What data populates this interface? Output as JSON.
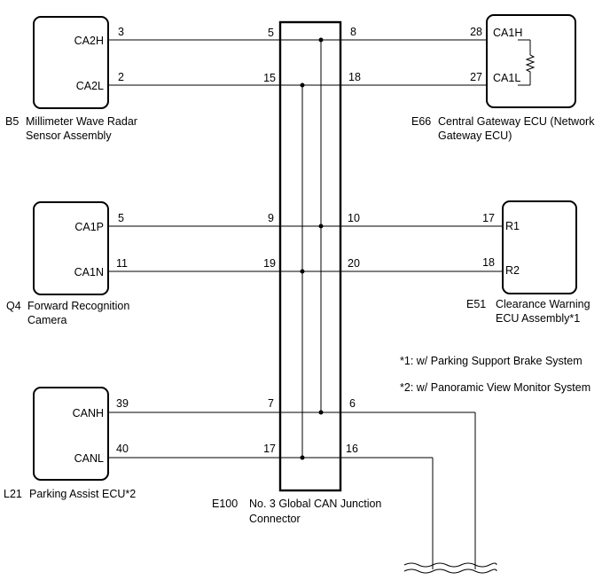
{
  "ecus": {
    "b5": {
      "code": "B5",
      "name_line1": "Millimeter Wave Radar",
      "name_line2": "Sensor Assembly",
      "pin_high": "CA2H",
      "pin_high_no": "3",
      "pin_low": "CA2L",
      "pin_low_no": "2"
    },
    "q4": {
      "code": "Q4",
      "name_line1": "Forward Recognition",
      "name_line2": "Camera",
      "pin_high": "CA1P",
      "pin_high_no": "5",
      "pin_low": "CA1N",
      "pin_low_no": "11"
    },
    "l21": {
      "code": "L21",
      "name_line1": "Parking Assist ECU*2",
      "pin_high": "CANH",
      "pin_high_no": "39",
      "pin_low": "CANL",
      "pin_low_no": "40"
    },
    "e66": {
      "code": "E66",
      "name_line1": "Central Gateway ECU (Network",
      "name_line2": "Gateway ECU)",
      "pin_high": "CA1H",
      "pin_high_no": "28",
      "pin_low": "CA1L",
      "pin_low_no": "27"
    },
    "e51": {
      "code": "E51",
      "name_line1": "Clearance Warning",
      "name_line2": "ECU Assembly*1",
      "pin_high": "R1",
      "pin_high_no": "17",
      "pin_low": "R2",
      "pin_low_no": "18"
    }
  },
  "junction": {
    "code": "E100",
    "name_line1": "No. 3 Global CAN Junction",
    "name_line2": "Connector",
    "pins": {
      "b5_h": "5",
      "b5_l": "15",
      "e66_h": "8",
      "e66_l": "18",
      "q4_h": "9",
      "q4_l": "19",
      "e51_h": "10",
      "e51_l": "20",
      "l21_h": "7",
      "l21_l": "17",
      "out_h": "6",
      "out_l": "16"
    }
  },
  "notes": {
    "note1": "*1: w/ Parking Support Brake System",
    "note2": "*2: w/ Panoramic View Monitor System"
  }
}
